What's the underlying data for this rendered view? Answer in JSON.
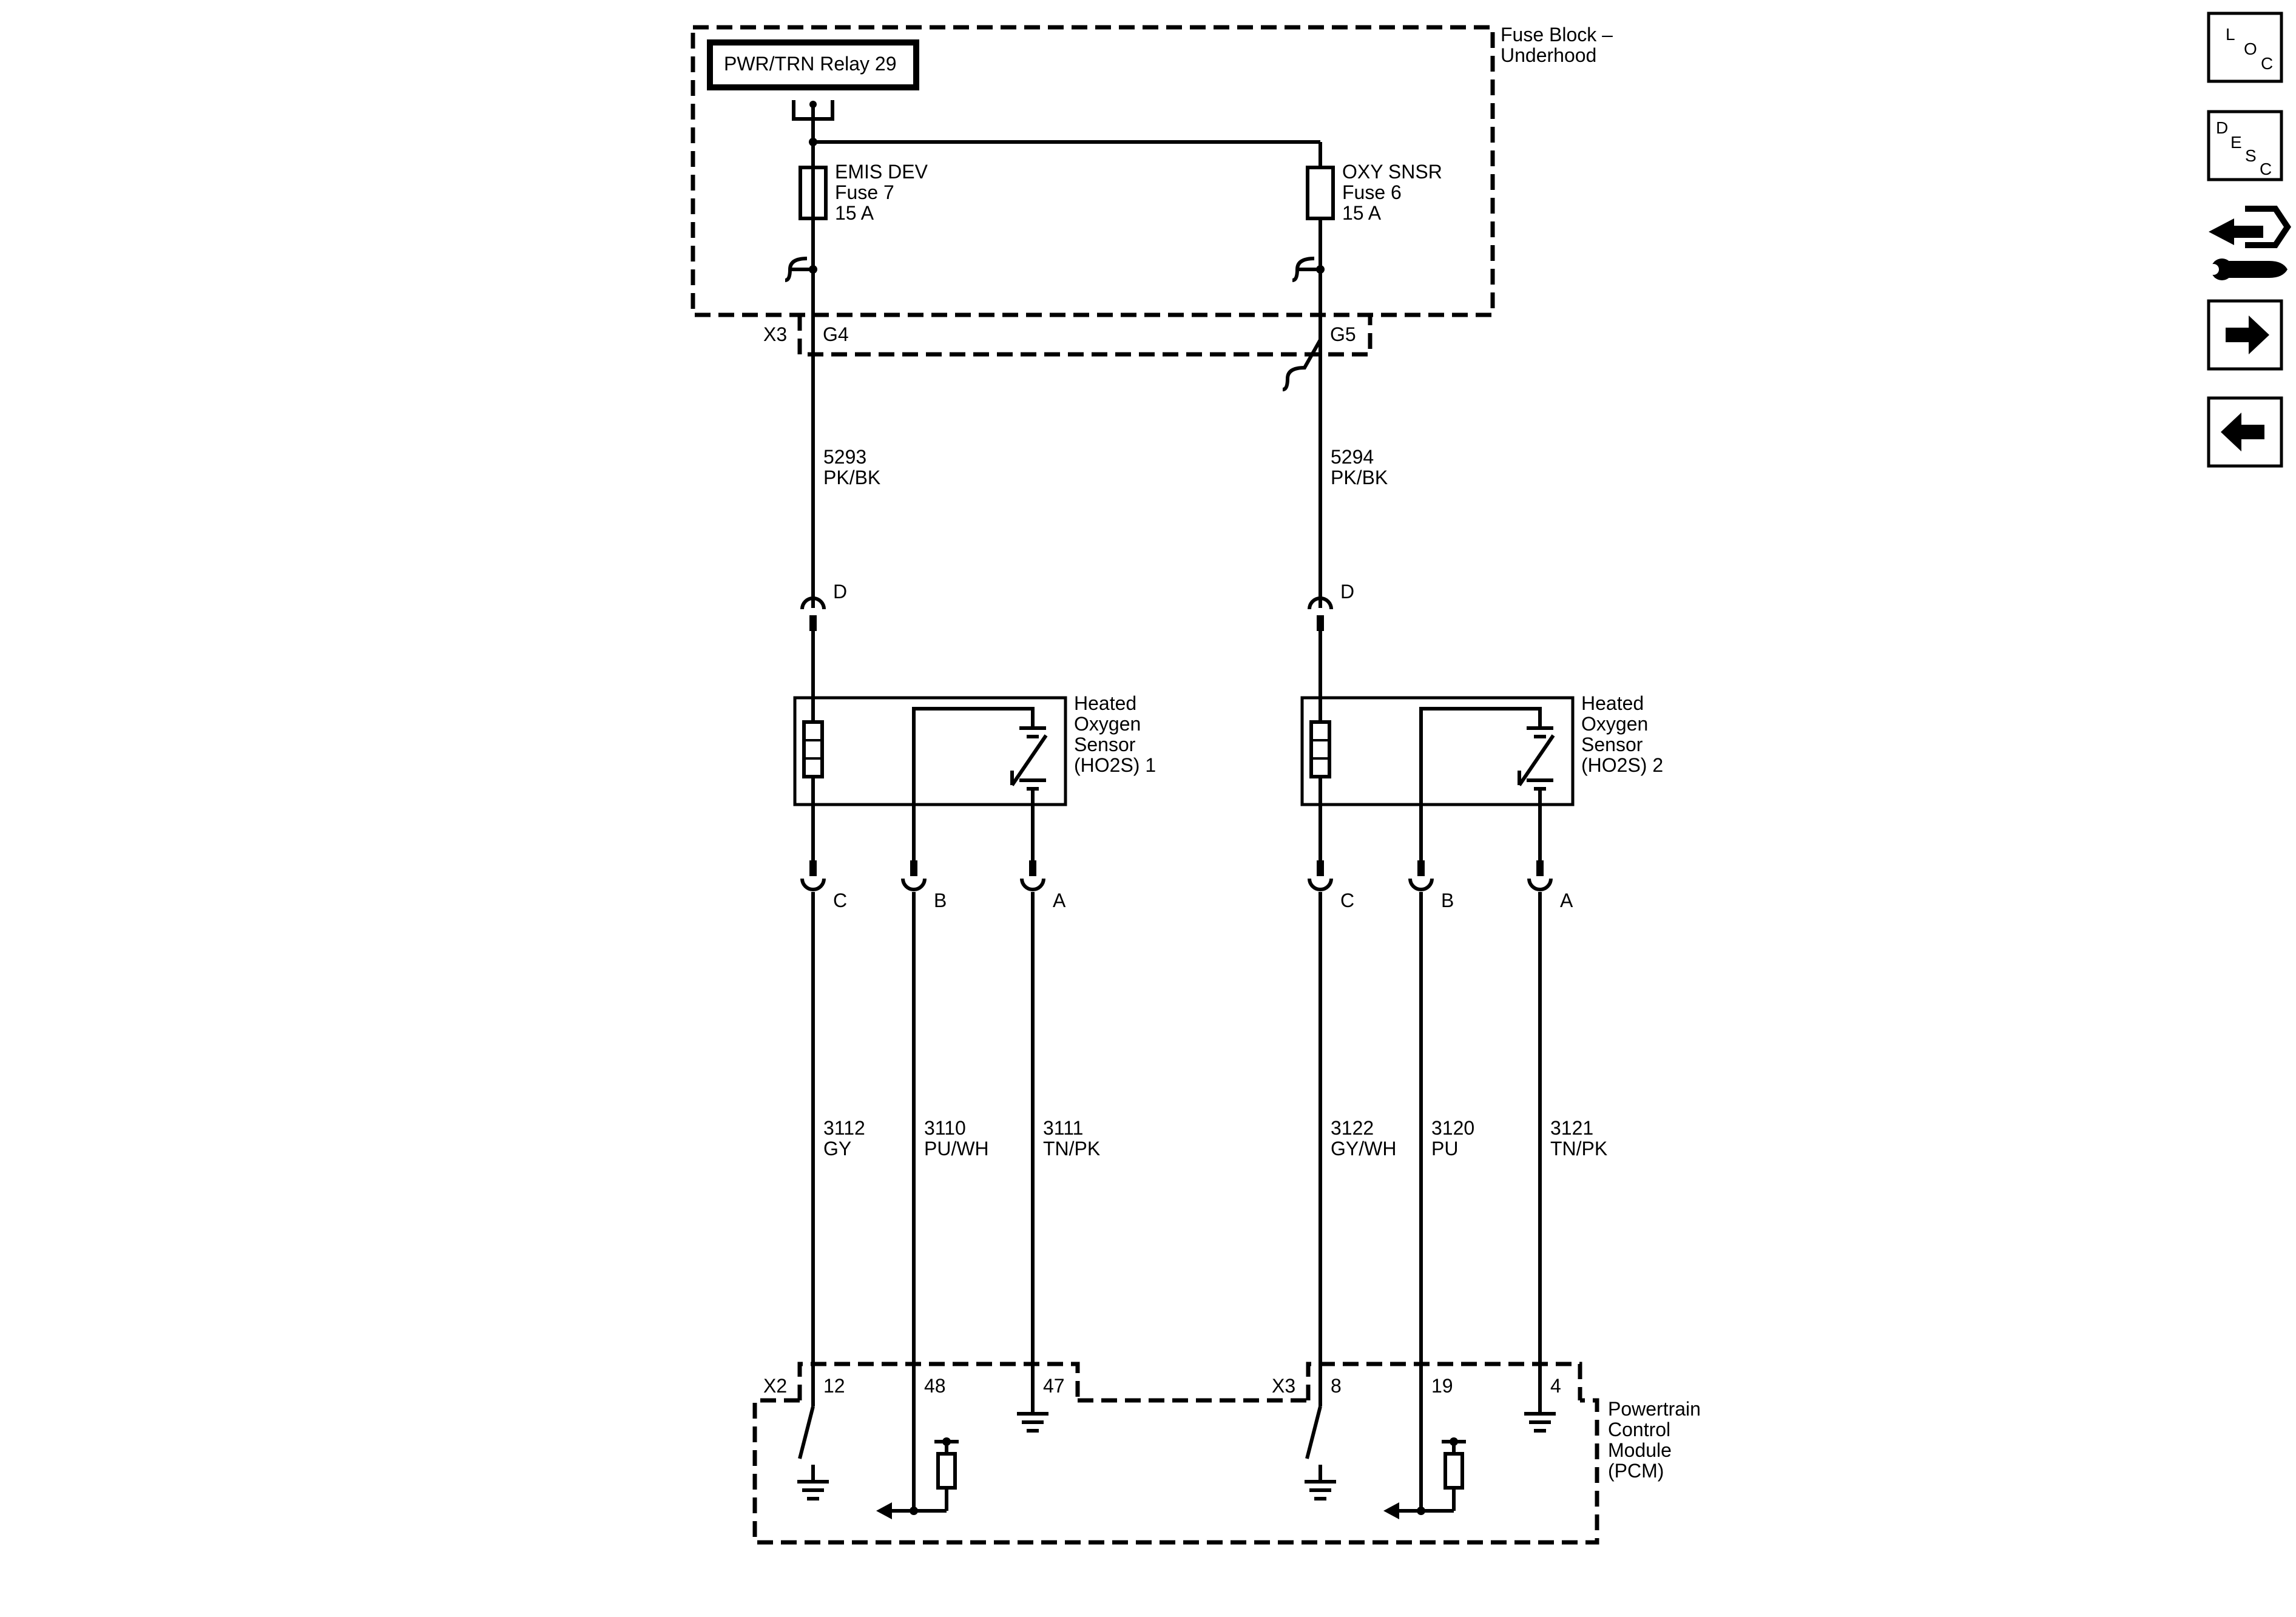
{
  "fuse_block": {
    "title_line1": "Fuse Block –",
    "title_line2": "Underhood",
    "relay": "PWR/TRN Relay 29",
    "fuse_left": {
      "name": "EMIS DEV",
      "fuse": "Fuse 7",
      "rating": "15 A"
    },
    "fuse_right": {
      "name": "OXY SNSR",
      "fuse": "Fuse 6",
      "rating": "15 A"
    },
    "connector": "X3",
    "pin_left": "G4",
    "pin_right": "G5"
  },
  "wires_top": [
    {
      "circuit": "5293",
      "color": "PK/BK"
    },
    {
      "circuit": "5294",
      "color": "PK/BK"
    }
  ],
  "sensors": [
    {
      "line1": "Heated",
      "line2": "Oxygen",
      "line3": "Sensor",
      "line4": "(HO2S) 1",
      "pin_top": "D",
      "pin_c": "C",
      "pin_b": "B",
      "pin_a": "A"
    },
    {
      "line1": "Heated",
      "line2": "Oxygen",
      "line3": "Sensor",
      "line4": "(HO2S) 2",
      "pin_top": "D",
      "pin_c": "C",
      "pin_b": "B",
      "pin_a": "A"
    }
  ],
  "wires_bottom": [
    {
      "circuit": "3112",
      "color": "GY"
    },
    {
      "circuit": "3110",
      "color": "PU/WH"
    },
    {
      "circuit": "3111",
      "color": "TN/PK"
    },
    {
      "circuit": "3122",
      "color": "GY/WH"
    },
    {
      "circuit": "3120",
      "color": "PU"
    },
    {
      "circuit": "3121",
      "color": "TN/PK"
    }
  ],
  "pcm": {
    "line1": "Powertrain",
    "line2": "Control",
    "line3": "Module",
    "line4": "(PCM)",
    "connector_left": "X2",
    "connector_right": "X3",
    "pins": [
      "12",
      "48",
      "47",
      "8",
      "19",
      "4"
    ]
  },
  "nav": {
    "loc": [
      "L",
      "O",
      "C"
    ],
    "desc": [
      "D",
      "E",
      "S",
      "C"
    ],
    "icons": [
      "loc-icon",
      "desc-icon",
      "connector-repair-icon",
      "next-arrow-icon",
      "previous-arrow-icon"
    ]
  }
}
